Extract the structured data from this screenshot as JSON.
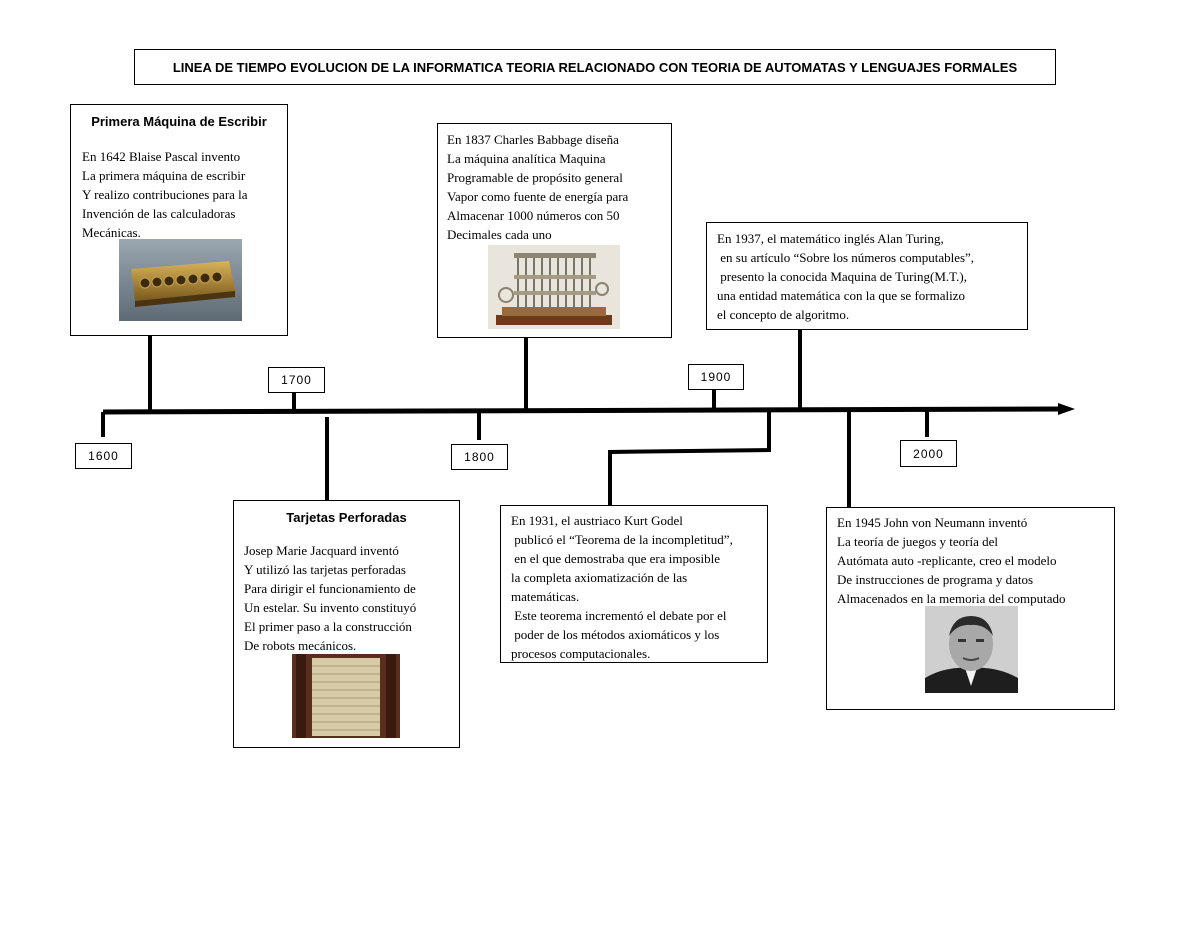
{
  "title": "LINEA DE TIEMPO EVOLUCION DE LA INFORMATICA TEORIA RELACIONADO CON TEORIA DE AUTOMATAS Y LENGUAJES FORMALES",
  "years": [
    "1600",
    "1700",
    "1800",
    "1900",
    "2000"
  ],
  "events": {
    "pascal": {
      "heading": "Primera Máquina de Escribir",
      "lines": [
        "En 1642 Blaise Pascal invento",
        "La primera máquina de escribir",
        "Y realizo contribuciones para la",
        "Invención de las calculadoras",
        "Mecánicas."
      ]
    },
    "babbage": {
      "lines": [
        "En 1837 Charles Babbage diseña",
        "La máquina analítica Maquina",
        "Programable de propósito general",
        "Vapor como fuente de energía para",
        "Almacenar 1000 números con 50",
        "Decimales cada uno"
      ]
    },
    "turing": {
      "lines": [
        "En 1937, el matemático inglés Alan Turing,",
        " en su artículo “Sobre los números computables”,",
        " presento la conocida Maquina de Turing(M.T.),",
        "una entidad matemática con la que se formalizo",
        "el concepto de algoritmo."
      ]
    },
    "jacquard": {
      "heading": "Tarjetas Perforadas",
      "lines": [
        "Josep Marie Jacquard inventó",
        "Y utilizó las tarjetas perforadas",
        "Para dirigir el funcionamiento de",
        "Un estelar. Su invento constituyó",
        "El primer paso a la construcción",
        "De robots mecánicos."
      ]
    },
    "godel": {
      "lines": [
        "En 1931, el austriaco Kurt Godel",
        " publicó el “Teorema de la incompletitud”,",
        " en el que demostraba que era imposible",
        "la completa axiomatización de las",
        "matemáticas.",
        " Este teorema incrementó el debate por el",
        " poder de los métodos axiomáticos y los",
        "procesos computacionales."
      ]
    },
    "neumann": {
      "lines": [
        "En 1945 John von Neumann inventó",
        "La teoría de juegos y teoría del",
        "Autómata auto -replicante, creo el modelo",
        "De instrucciones de programa y datos",
        "Almacenados en la memoria del computado"
      ]
    }
  }
}
